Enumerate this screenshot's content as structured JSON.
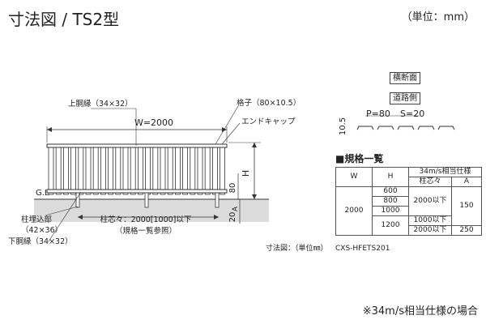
{
  "title": "寸法図 / TS2型",
  "unit_note": "（単位：mm）",
  "footnote": "※34m/s相当仕様の場合",
  "diagram": {
    "labels": {
      "upper_rail": "上胴縁（34×32）",
      "lattice": "格子（80×10.5）",
      "end_cap": "エンドキャップ",
      "width": "W=2000",
      "height": "H",
      "gl": "G.L",
      "post_embed": "柱埋込部",
      "post_embed_size": "（42×36）",
      "lower_rail": "下胴縁（34×32）",
      "post_pitch": "柱芯々：2000[1000]以下",
      "post_pitch_note": "（規格一覧参照）",
      "dim_80": "80",
      "dim_20": "20",
      "dim_a": "A",
      "caption": "寸法図：（単位㎜）"
    },
    "section": {
      "title": "横断面",
      "road_side": "道路側",
      "pitch": "P=80",
      "gap": "S=20",
      "thickness": "10.5"
    }
  },
  "spec": {
    "title": "■規格一覧",
    "headers": {
      "w": "W",
      "h": "H",
      "group": "34m/s相当仕様",
      "pitch": "柱芯々",
      "a": "A"
    },
    "w_value": "2000",
    "h_values": [
      "600",
      "800",
      "1000",
      "1200"
    ],
    "pitch_values": [
      "2000以下",
      "1000以下",
      "2000以下"
    ],
    "a_values": [
      "150",
      "250"
    ],
    "doc_code": "CXS-HFETS201"
  },
  "colors": {
    "line": "#333333",
    "ground": "#d9d9d9"
  }
}
